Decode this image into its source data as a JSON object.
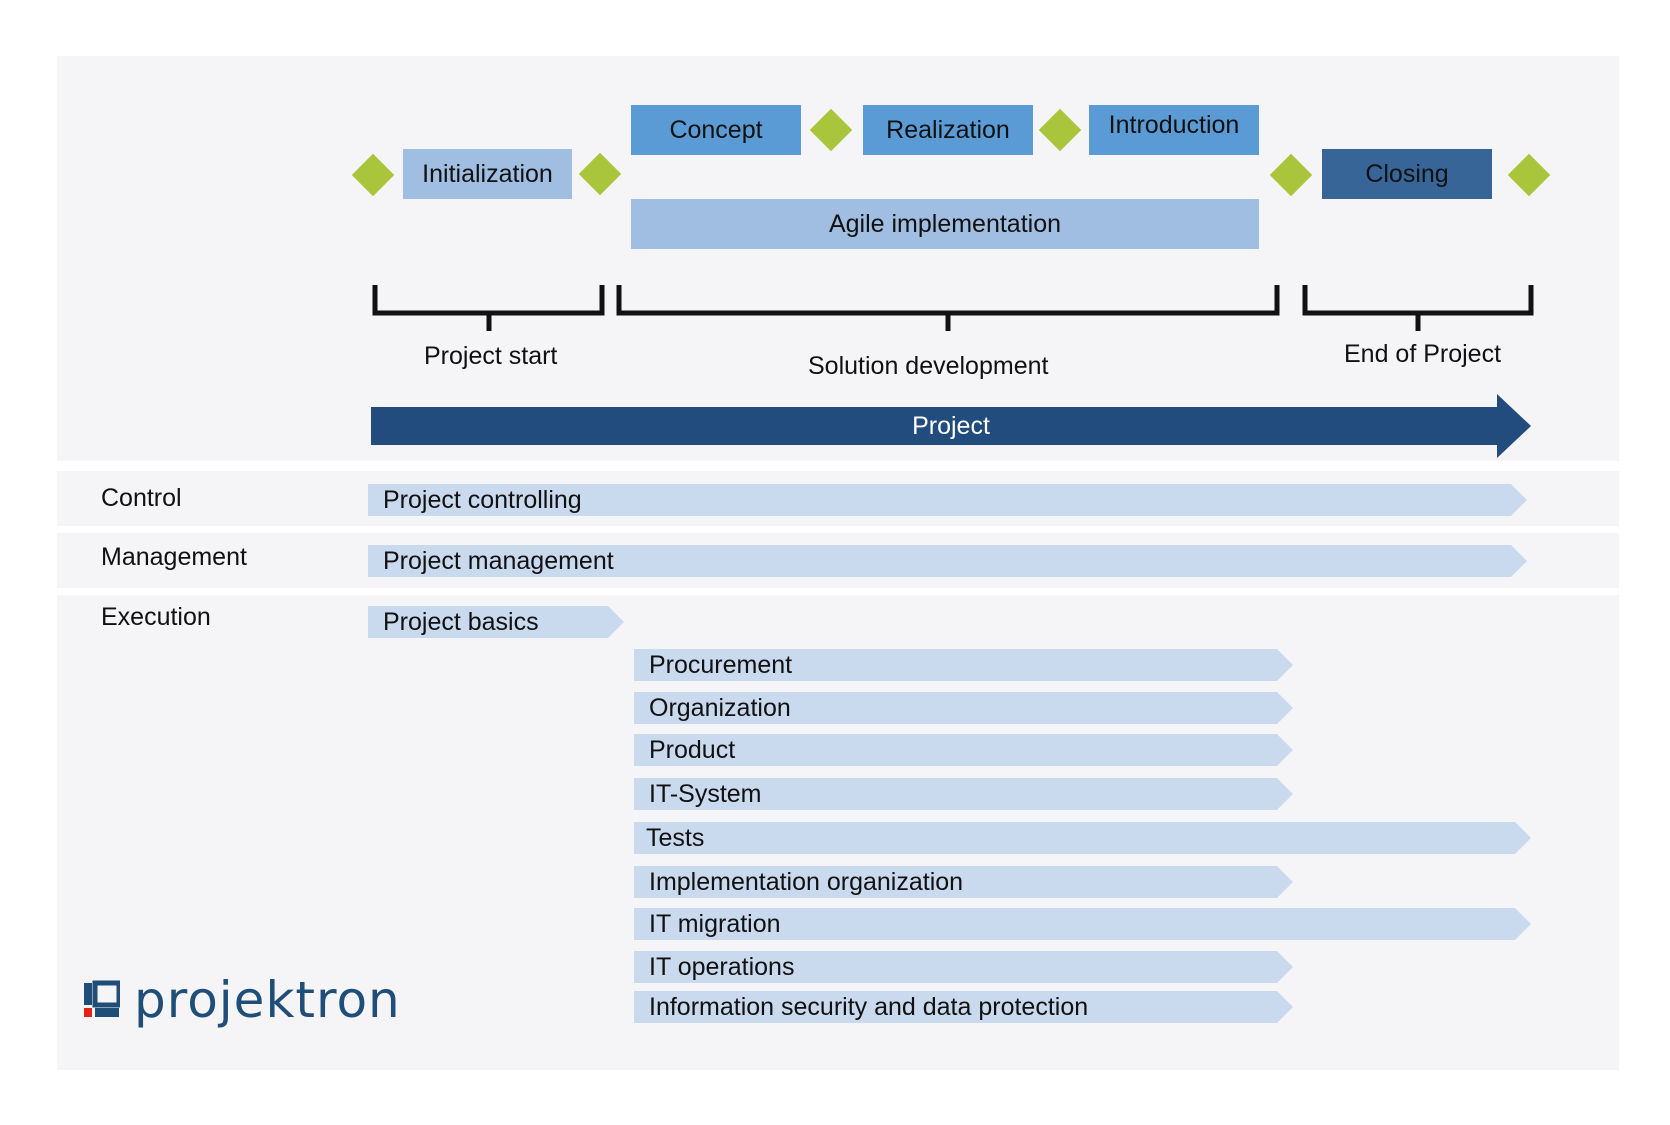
{
  "phases": {
    "initialization": "Initialization",
    "concept": "Concept",
    "realization": "Realization",
    "introduction": "Introduction",
    "agile": "Agile implementation",
    "closing": "Closing"
  },
  "stages": {
    "start": "Project start",
    "solution": "Solution development",
    "end": "End of Project"
  },
  "project_arrow": "Project",
  "lanes": {
    "control": "Control",
    "management": "Management",
    "execution": "Execution"
  },
  "bars": {
    "controlling": "Project controlling",
    "management": "Project management",
    "basics": "Project basics",
    "procurement": "Procurement",
    "organization": "Organization",
    "product": "Product",
    "it_system": "IT-System",
    "tests": "Tests",
    "impl_org": "Implementation organization",
    "it_migration": "IT migration",
    "it_operations": "IT operations",
    "infosec": "Information security and data protection"
  },
  "logo": {
    "text": "projektron"
  },
  "colors": {
    "phase_mid": "#5b9bd5",
    "phase_light": "#a0bde2",
    "phase_dark": "#386597",
    "arrow_dark": "#224b7e",
    "milestone": "#a9c53b",
    "bar": "#c9d9ee",
    "panel": "#f5f4f7",
    "logo": "#1f4e79",
    "logo_red": "#e2231a"
  }
}
